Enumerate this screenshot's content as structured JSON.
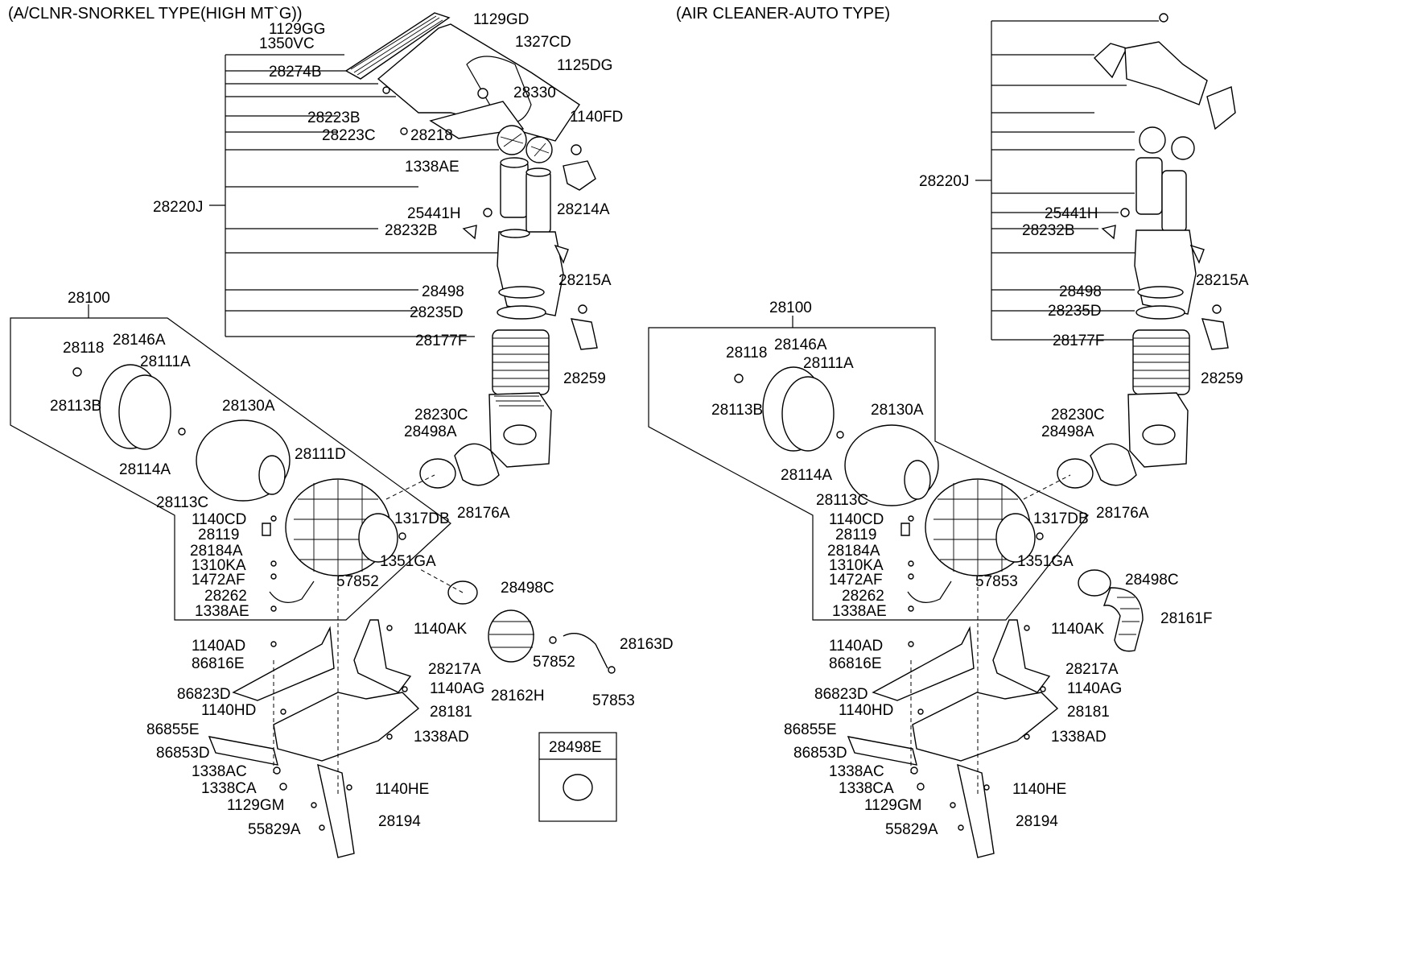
{
  "titles": {
    "left": "(A/CLNR-SNORKEL TYPE(HIGH MT`G))",
    "right": "(AIR CLEANER-AUTO TYPE)"
  },
  "left_labels": {
    "p1129GG": "1129GG",
    "p1350VC": "1350VC",
    "p1129GD": "1129GD",
    "p1327CD": "1327CD",
    "p1125DG": "1125DG",
    "p28274B": "28274B",
    "p28330": "28330",
    "p1140FD": "1140FD",
    "p28223B": "28223B",
    "p28223C": "28223C",
    "p28218": "28218",
    "p1338AE_top": "1338AE",
    "p28220J": "28220J",
    "p25441H": "25441H",
    "p28214A": "28214A",
    "p28232B": "28232B",
    "p28498": "28498",
    "p28215A": "28215A",
    "p28235D": "28235D",
    "p28177F": "28177F",
    "p28100": "28100",
    "p28259": "28259",
    "p28118": "28118",
    "p28146A": "28146A",
    "p28111A": "28111A",
    "p28113B": "28113B",
    "p28130A": "28130A",
    "p28230C": "28230C",
    "p28498A": "28498A",
    "p28111D": "28111D",
    "p28114A": "28114A",
    "p28176A": "28176A",
    "p28113C": "28113C",
    "p1140CD": "1140CD",
    "p1317DB": "1317DB",
    "p28119": "28119",
    "p28184A": "28184A",
    "p1351GA": "1351GA",
    "p1310KA": "1310KA",
    "p1472AF": "1472AF",
    "p57852": "57852",
    "p28498C": "28498C",
    "p28262": "28262",
    "p1338AE_bot": "1338AE",
    "p1140AK": "1140AK",
    "p1140AD": "1140AD",
    "p28163D": "28163D",
    "p86816E": "86816E",
    "p28217A": "28217A",
    "p57852b": "57852",
    "p1140AG": "1140AG",
    "p86823D": "86823D",
    "p28162H": "28162H",
    "p57853": "57853",
    "p1140HD": "1140HD",
    "p28181": "28181",
    "p86855E": "86855E",
    "p1338AD": "1338AD",
    "p86853D": "86853D",
    "p28498E": "28498E",
    "p1338AC": "1338AC",
    "p1338CA": "1338CA",
    "p1140HE": "1140HE",
    "p1129GM": "1129GM",
    "p28194": "28194",
    "p55829A": "55829A"
  },
  "right_labels": {
    "p28220J": "28220J",
    "p25441H": "25441H",
    "p28232B": "28232B",
    "p28498": "28498",
    "p28215A": "28215A",
    "p28235D": "28235D",
    "p28100": "28100",
    "p28177F": "28177F",
    "p28259": "28259",
    "p28146A": "28146A",
    "p28118": "28118",
    "p28111A": "28111A",
    "p28113B": "28113B",
    "p28130A": "28130A",
    "p28230C": "28230C",
    "p28498A": "28498A",
    "p28114A": "28114A",
    "p28176A": "28176A",
    "p28113C": "28113C",
    "p1140CD": "1140CD",
    "p1317DB": "1317DB",
    "p28119": "28119",
    "p28184A": "28184A",
    "p1351GA": "1351GA",
    "p1310KA": "1310KA",
    "p1472AF": "1472AF",
    "p57853": "57853",
    "p28498C": "28498C",
    "p28262": "28262",
    "p1338AE": "1338AE",
    "p28161F": "28161F",
    "p1140AK": "1140AK",
    "p1140AD": "1140AD",
    "p86816E": "86816E",
    "p28217A": "28217A",
    "p1140AG": "1140AG",
    "p86823D": "86823D",
    "p1140HD": "1140HD",
    "p28181": "28181",
    "p86855E": "86855E",
    "p1338AD": "1338AD",
    "p86853D": "86853D",
    "p1338AC": "1338AC",
    "p1338CA": "1338CA",
    "p1140HE": "1140HE",
    "p1129GM": "1129GM",
    "p28194": "28194",
    "p55829A": "55829A"
  }
}
